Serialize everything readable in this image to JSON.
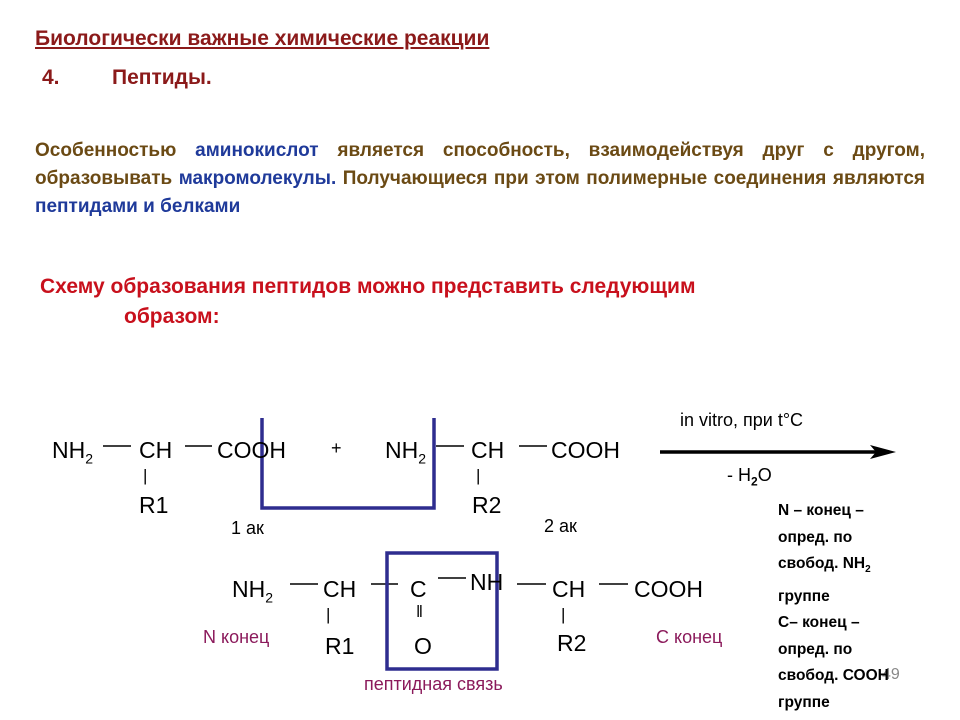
{
  "title": "Биологически важные химические реакции",
  "subtitle": {
    "number": "4.",
    "text": "Пептиды."
  },
  "paragraph": {
    "p1": "Особенностью ",
    "b1": "аминокислот",
    "p2": " является способность, взаимодействуя друг с другом, образовывать ",
    "b2": "макромолекулы.",
    "p3": " Получающиеся при этом полимерные соединения являются ",
    "b3": "пептидами и белками"
  },
  "scheme_text": {
    "line1": "Схему образования пептидов можно представить следующим",
    "line2": "образом:"
  },
  "reaction": {
    "nh": "NH",
    "sub2": "2",
    "ch": "CH",
    "cooh": "COOH",
    "plus": "+",
    "bar": "|",
    "r1": "R1",
    "r2": "R2",
    "aa1": "1 ак",
    "aa2": "2 ак",
    "condition": "in vitro, при t°C",
    "minus_water": "- H",
    "water_sub": "2",
    "water_o": "O"
  },
  "product": {
    "nh": "NH",
    "sub2": "2",
    "ch1": "CH",
    "c": "C",
    "nh_link": "NH",
    "ch2": "CH",
    "cooh": "COOH",
    "bar": "|",
    "dbl": "‖",
    "r1": "R1",
    "o": "O",
    "r2": "R2",
    "n_end": "N конец",
    "c_end": "С конец",
    "peptide_bond": "пептидная связь"
  },
  "note": {
    "line1": "N – конец –",
    "line2": "опред. по",
    "line3a": "свобод. NH",
    "line3b": "2",
    "line4": "группе",
    "line5": "С– конец –",
    "line6": "опред. по",
    "line7": "свобод. СООН",
    "line8": "группе"
  },
  "page_number": "49",
  "colors": {
    "title": "#8b1a1a",
    "body": "#6b4a14",
    "highlight": "#1f3a9a",
    "scheme": "#c8101c",
    "frame": "#2e2d8f",
    "label": "#8b1a5b"
  }
}
